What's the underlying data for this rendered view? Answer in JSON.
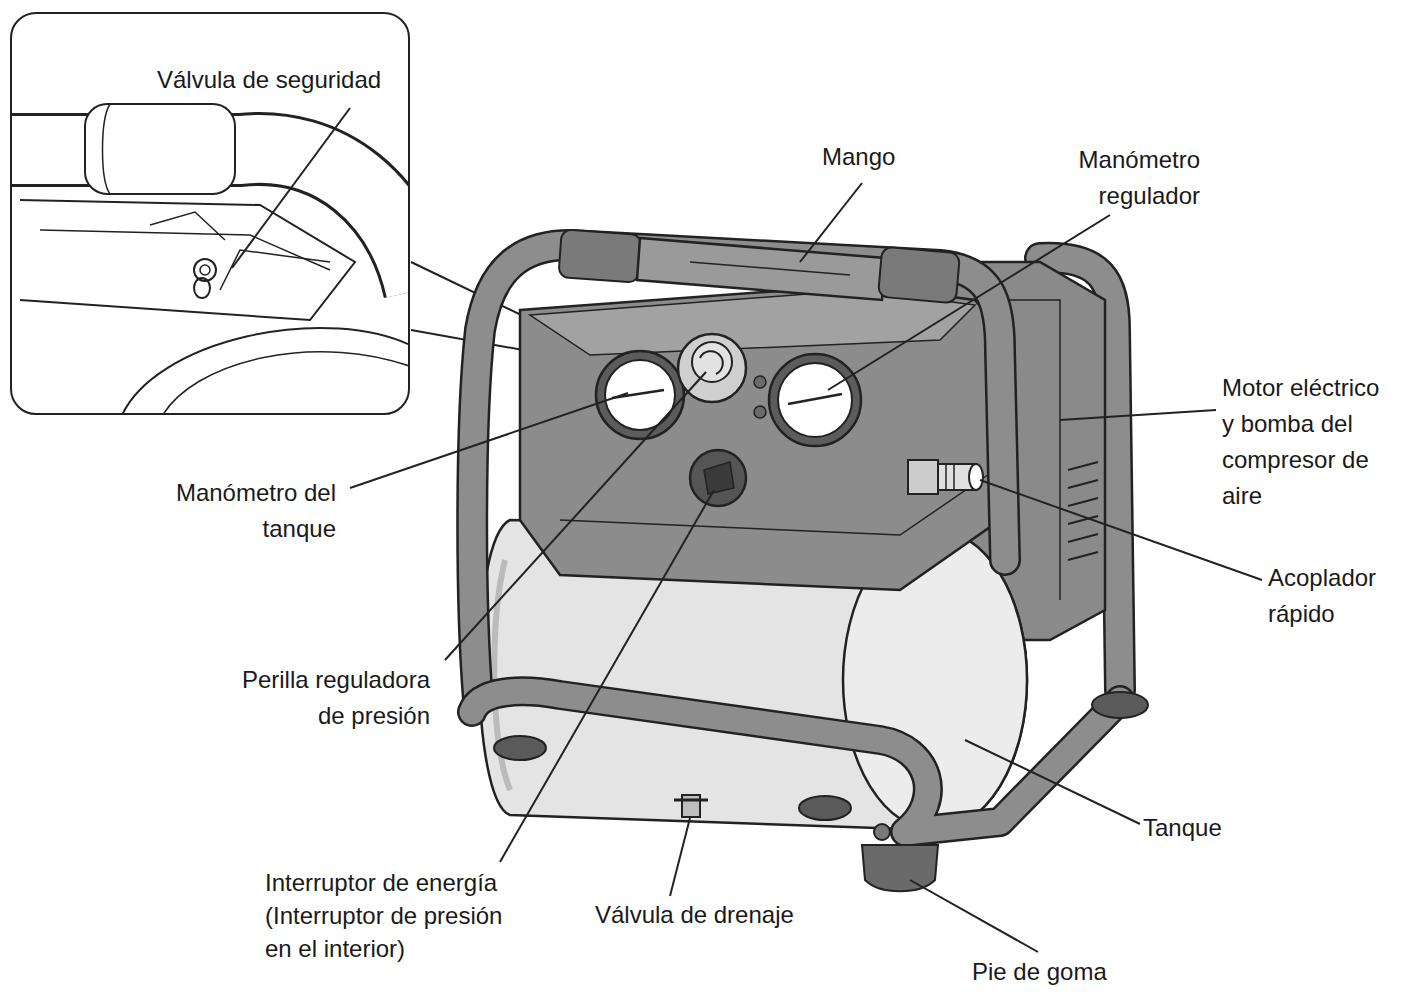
{
  "diagram": {
    "nodes": [
      {
        "text": [
          "Válvula de seguridad"
        ]
      }
    ],
    "labels": [
      "Mango",
      "Manómetro regulador",
      "Motor eléctrico y bomba del compresor de aire",
      "Manómetro del tanque",
      "Acoplador rápido",
      "Perilla reguladora de presión",
      "Tanque",
      "Interruptor de energía (Interruptor de presión en el interior)",
      "Válvula de drenaje",
      "Pie de goma"
    ]
  }
}
